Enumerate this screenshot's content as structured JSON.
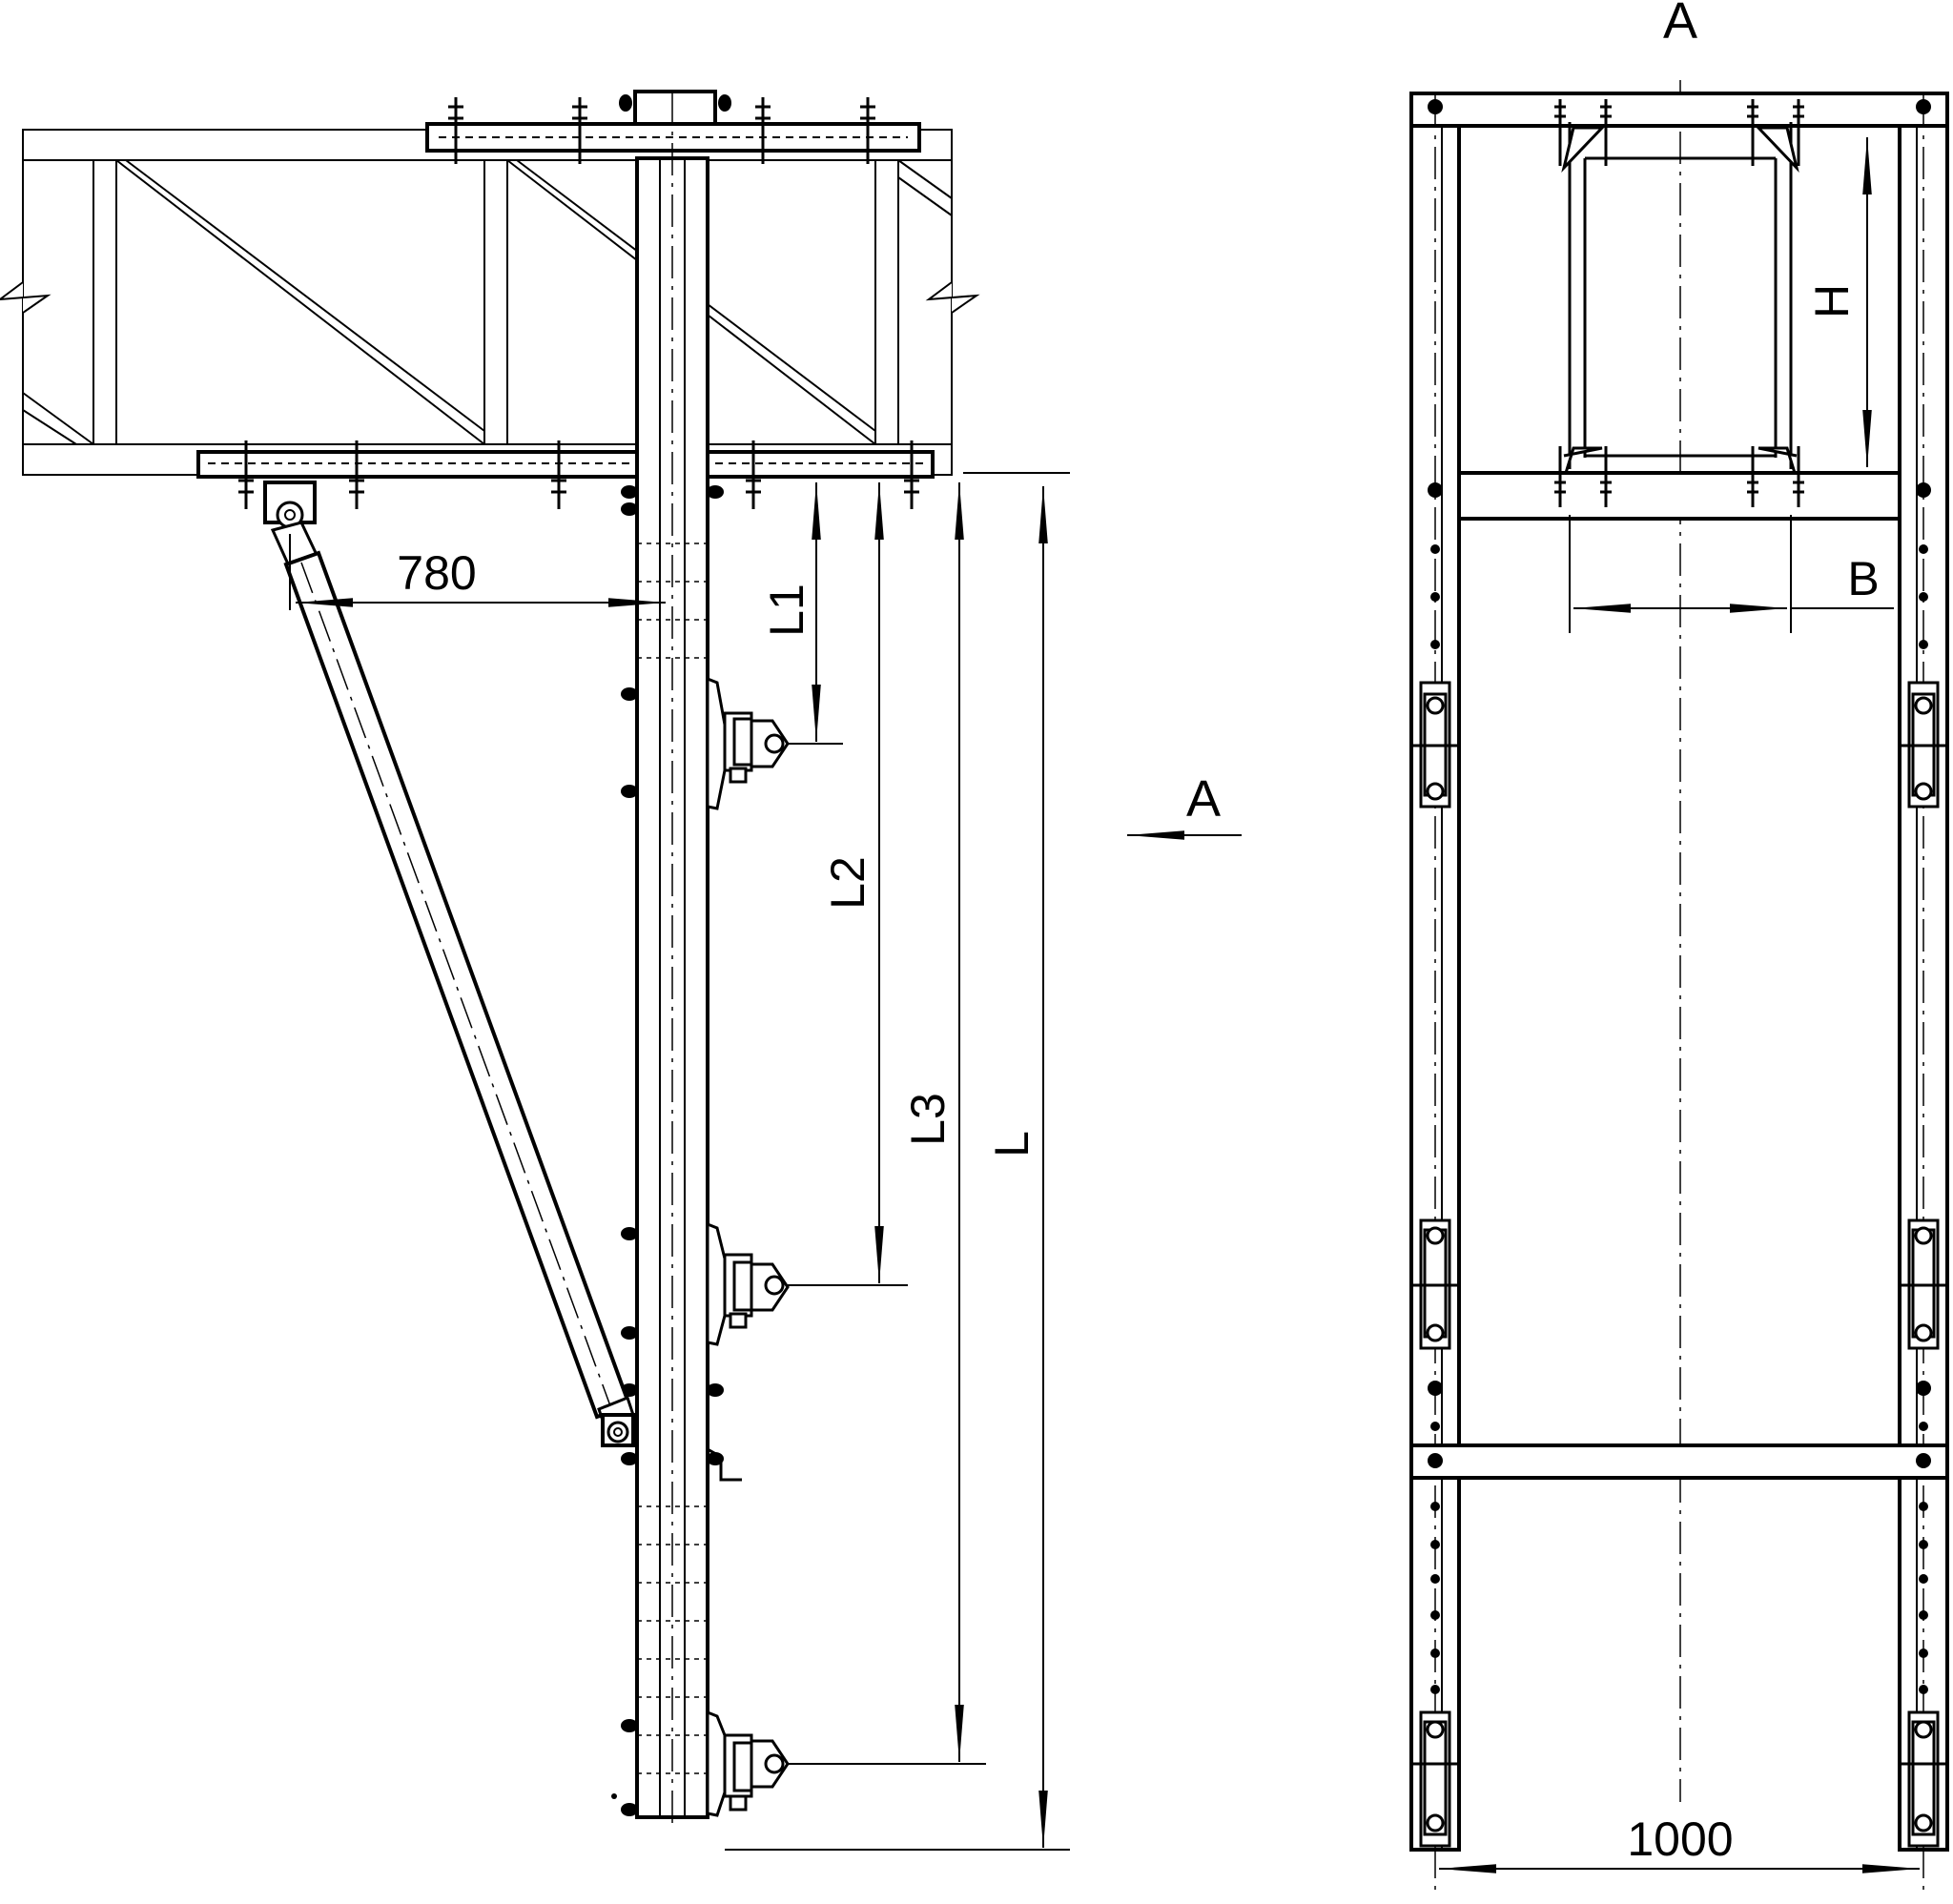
{
  "side_view": {
    "dimensions": {
      "span": "780",
      "l1": "L1",
      "l2": "L2",
      "l3": "L3",
      "l": "L"
    },
    "view_arrow_label": "A"
  },
  "front_view": {
    "section_label": "A",
    "dimensions": {
      "h": "H",
      "b": "B",
      "width": "1000"
    }
  }
}
